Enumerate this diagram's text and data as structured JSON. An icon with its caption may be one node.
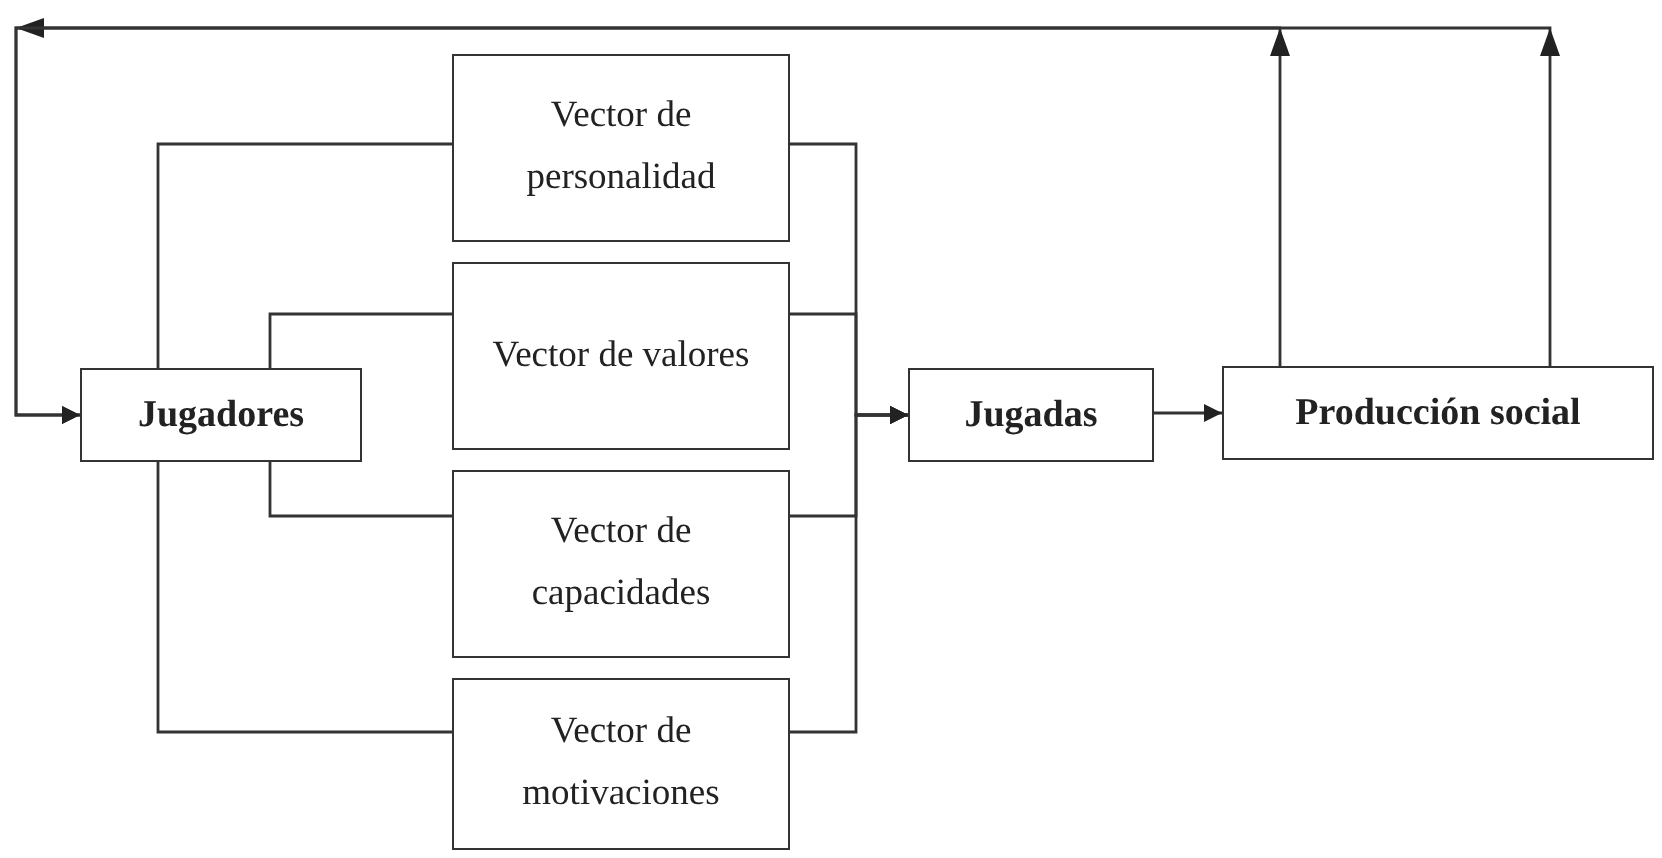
{
  "diagram": {
    "nodes": [
      {
        "text": [
          "Jugadores"
        ]
      },
      {
        "text": [
          "Vector de personalidad"
        ]
      },
      {
        "text": [
          "Vector de valores"
        ]
      },
      {
        "text": [
          "Vector de capacidades"
        ]
      },
      {
        "text": [
          "Vector de motivaciones"
        ]
      },
      {
        "text": [
          "Jugadas"
        ]
      },
      {
        "text": [
          "Producción social"
        ]
      }
    ],
    "edges": [
      {
        "from": 0,
        "to": 1,
        "arrow": "none"
      },
      {
        "from": 0,
        "to": 2,
        "arrow": "none"
      },
      {
        "from": 0,
        "to": 3,
        "arrow": "none"
      },
      {
        "from": 0,
        "to": 4,
        "arrow": "none"
      },
      {
        "from": 1,
        "to": 5,
        "arrow": "to"
      },
      {
        "from": 2,
        "to": 5,
        "arrow": "to"
      },
      {
        "from": 3,
        "to": 5,
        "arrow": "to"
      },
      {
        "from": 4,
        "to": 5,
        "arrow": "to"
      },
      {
        "from": 5,
        "to": 6,
        "arrow": "to"
      },
      {
        "from": 6,
        "to": 0,
        "arrow": "to"
      },
      {
        "from": 6,
        "to": 0,
        "arrow": "to"
      }
    ]
  }
}
